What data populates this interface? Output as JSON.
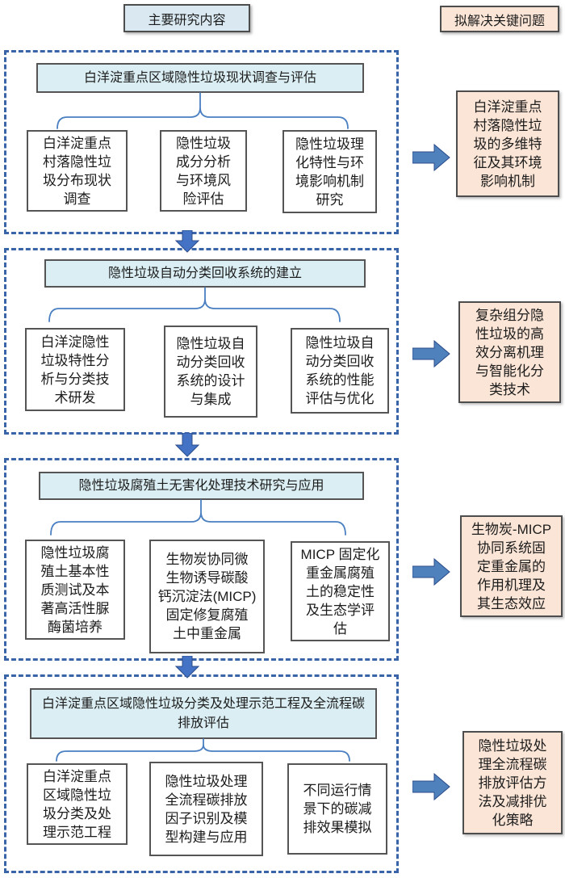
{
  "header": {
    "main_label": "主要研究内容",
    "key_label": "拟解决关键问题"
  },
  "colors": {
    "dashed_border": "#3a64a8",
    "arrow_blue": "#4f81bd",
    "down_arrow_blue": "#4472c4",
    "title_fill": "#daeef3",
    "key_fill": "#fbe5d6",
    "brace_blue": "#4a7fc1"
  },
  "sections": [
    {
      "title": "白洋淀重点区域隐性垃圾现状调查与评估",
      "items": [
        "白洋淀重点\n村落隐性垃\n圾分布现状\n调查",
        "隐性垃圾\n成分分析\n与环境风\n险评估",
        "隐性垃圾理\n化特性与环\n境影响机制\n研究"
      ],
      "key_problem": "白洋淀重点\n村落隐性垃\n圾的多维特\n征及其环境\n影响机制"
    },
    {
      "title": "隐性垃圾自动分类回收系统的建立",
      "items": [
        "白洋淀隐性\n垃圾特性分\n析与分类技\n术研发",
        "隐性垃圾自\n动分类回收\n系统的设计\n与集成",
        "隐性垃圾自\n动分类回收\n系统的性能\n评估与优化"
      ],
      "key_problem": "复杂组分隐\n性垃圾的高\n效分离机理\n与智能化分\n类技术"
    },
    {
      "title": "隐性垃圾腐殖土无害化处理技术研究与应用",
      "items": [
        "隐性垃圾腐\n殖土基本性\n质测试及本\n著高活性脲\n酶菌培养",
        "生物炭协同微\n生物诱导碳酸\n钙沉淀法(MICP)\n固定修复腐殖\n土中重金属",
        "MICP 固定化\n重金属腐殖\n土的稳定性\n及生态学评\n估"
      ],
      "key_problem": "生物炭-MICP\n协同系统固\n定重金属的\n作用机理及\n其生态效应"
    },
    {
      "title": "白洋淀重点区域隐性垃圾分类及处理示范工程及全流程碳\n排放评估",
      "items": [
        "白洋淀重点\n区域隐性垃\n圾分类及处\n理示范工程",
        "隐性垃圾处理\n全流程碳排放\n因子识别及模\n型构建与应用",
        "不同运行情\n景下的碳减\n排效果模拟"
      ],
      "key_problem": "隐性垃圾处\n理全流程碳\n排放评估方\n法及减排优\n化策略"
    }
  ]
}
